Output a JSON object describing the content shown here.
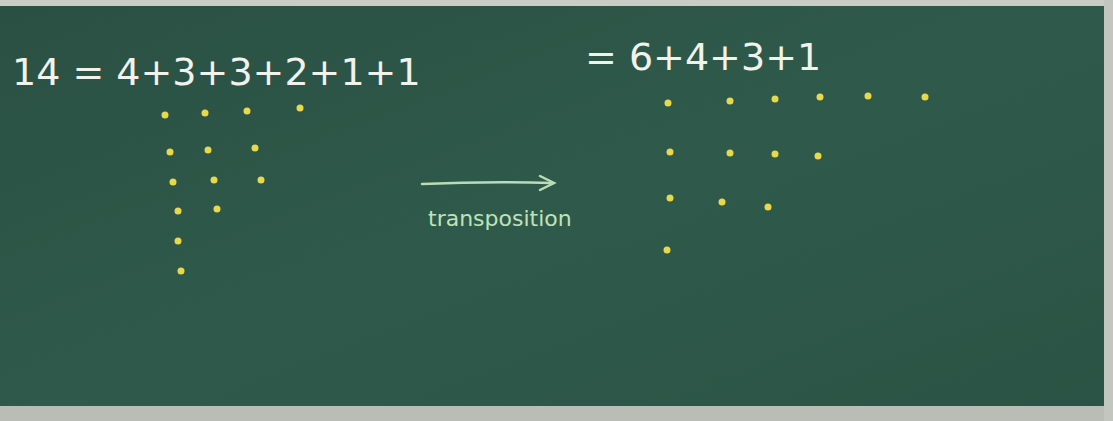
{
  "diagram": {
    "labels": [
      "14 = 4+3+3+2+1+1",
      "= 6+4+3+1",
      "transposition"
    ]
  }
}
